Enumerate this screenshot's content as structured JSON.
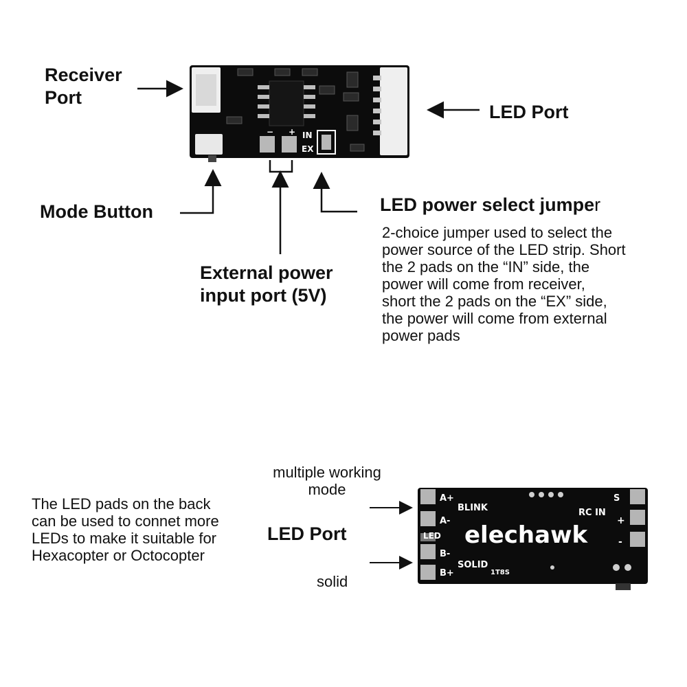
{
  "top": {
    "receiver_port": [
      "Receiver",
      "Port"
    ],
    "led_port": "LED Port",
    "mode_button": "Mode Button",
    "external_power": [
      "External power",
      "input port (5V)"
    ],
    "jumper_title_main": "LED power select jumpe",
    "jumper_title_end": "r",
    "jumper_desc": [
      "2-choice jumper used to select the",
      "power source of the LED strip. Short",
      "the 2 pads on the “IN” side, the",
      "power will come from receiver,",
      "short the 2 pads on the “EX” side,",
      "the power will come from external",
      "power pads"
    ],
    "pcb_labels": {
      "minus": "−",
      "plus": "+",
      "in": "IN",
      "ex": "EX"
    }
  },
  "bottom": {
    "back_pads_desc": [
      "The LED pads on the back",
      "can be used to connet more",
      "LEDs to make it suitable for",
      "Hexacopter or Octocopter"
    ],
    "multiple_mode": [
      "multiple working",
      "mode"
    ],
    "led_port": "LED Port",
    "solid": "solid",
    "pcb_labels": {
      "a_plus": "A+",
      "a_minus": "A-",
      "led": "LED",
      "b_minus": "B-",
      "b_plus": "B+",
      "blink": "BLINK",
      "solid": "SOLID",
      "brand": "elechawk",
      "rc_in": "RC IN",
      "s": "S",
      "plus": "+",
      "minus": "-",
      "code": "1T8S"
    }
  }
}
